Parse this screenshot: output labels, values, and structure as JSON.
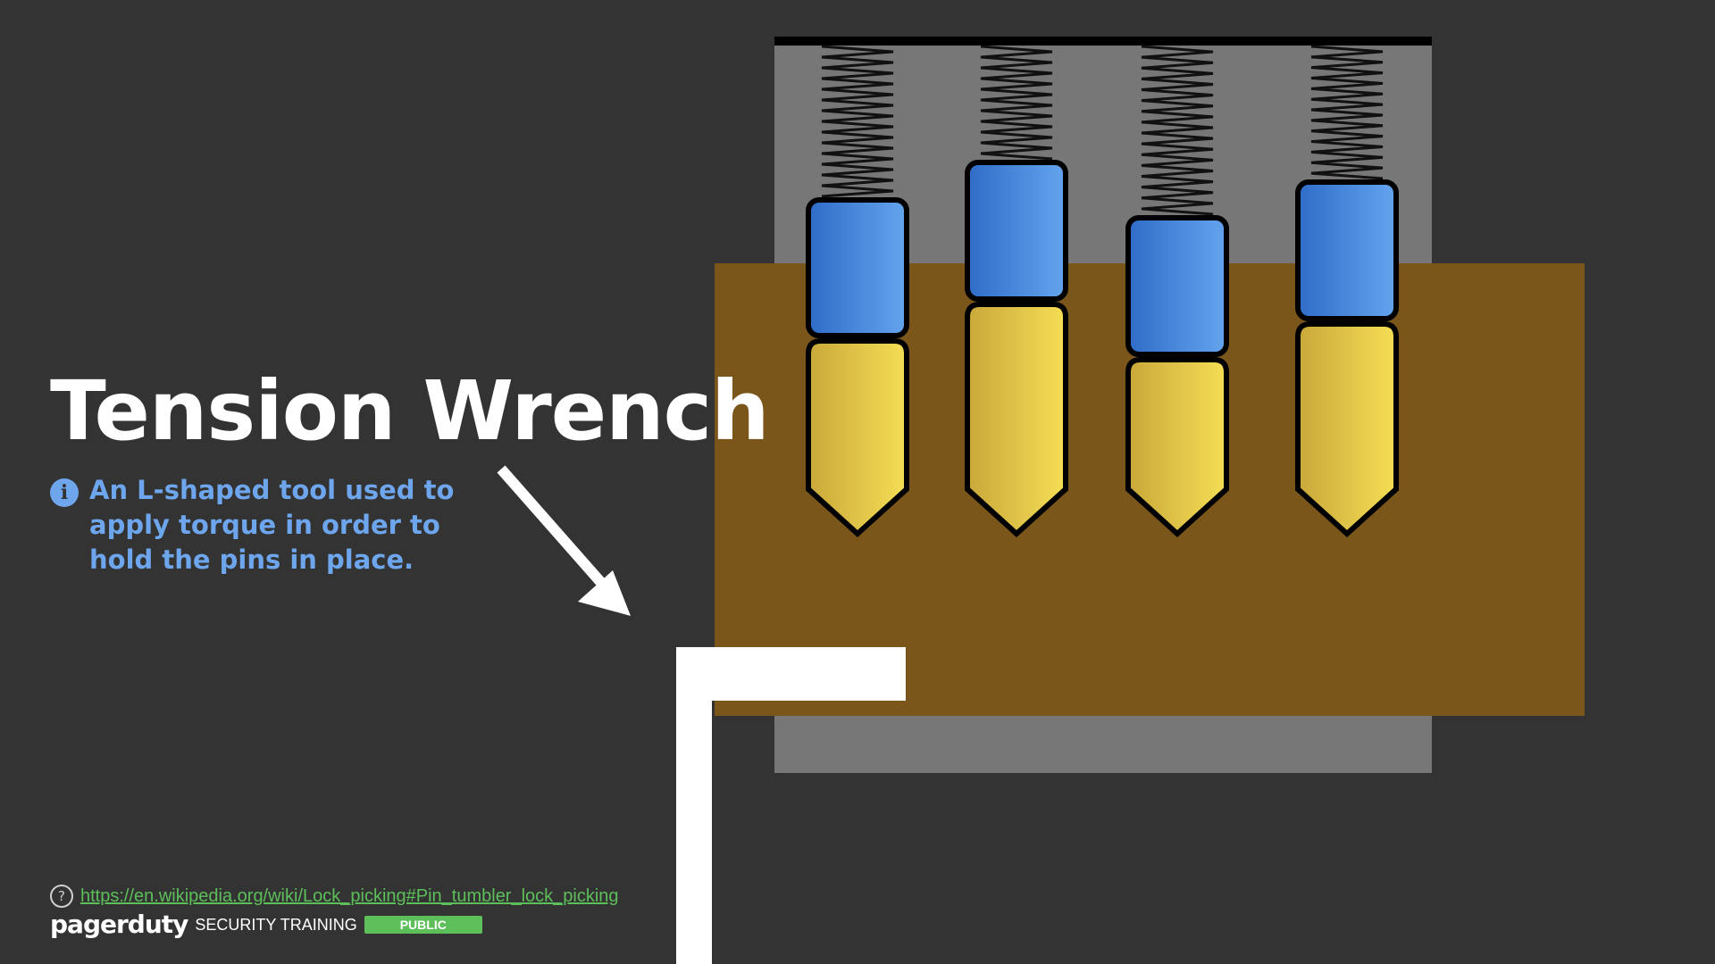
{
  "slide": {
    "title": "Tension Wrench",
    "description": "An L-shaped tool used to apply torque in order to hold the pins in place.",
    "info_icon": "info-icon",
    "source_url": "https://en.wikipedia.org/wiki/Lock_picking#Pin_tumbler_lock_picking",
    "help_icon": "question-circle-icon"
  },
  "footer": {
    "brand": "pagerduty",
    "label": "SECURITY TRAINING",
    "badge": "PUBLIC"
  },
  "colors": {
    "background": "#333333",
    "plug": "#7a561b",
    "housing": "#777777",
    "driver_pin": "#3f82d8",
    "key_pin": "#e8cd45",
    "accent_blue": "#6ea6ee",
    "accent_green": "#5cbf5a"
  }
}
